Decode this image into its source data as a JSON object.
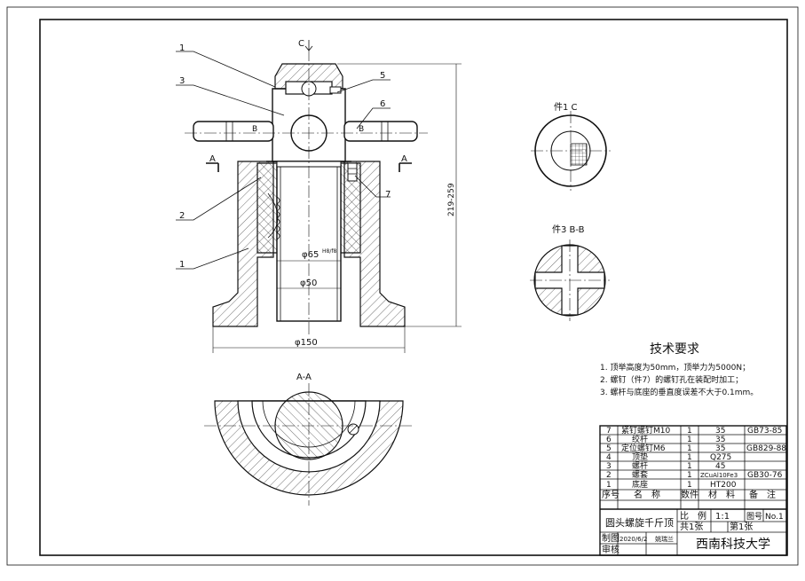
{
  "callouts": {
    "c_mark": "C",
    "num1_top": "1",
    "num3": "3",
    "num2": "2",
    "num1_bottom": "1",
    "num5": "5",
    "num6": "6",
    "num7": "7",
    "section_a_left": "A",
    "section_a_right": "A",
    "section_b_left": "B",
    "section_b_right": "B"
  },
  "dimensions": {
    "height": "219-259",
    "inner_dia": "φ65",
    "inner_tol": "H8/f8",
    "bore_dia": "φ50",
    "base_dia": "φ150"
  },
  "views": {
    "part1c": "件1 C",
    "part3bb": "件3 B-B",
    "section_aa": "A-A"
  },
  "tech_req": {
    "title": "技术要求",
    "items": [
      "1. 顶举高度为50mm，顶举力为5000N；",
      "2. 螺钉（件7）的螺钉孔在装配时加工；",
      "3. 螺杆与底座的垂直度误差不大于0.1mm。"
    ]
  },
  "bom": {
    "rows": [
      {
        "no": "7",
        "name": "紧钉螺钉M10",
        "qty": "1",
        "mat": "35",
        "note": "GB73-85"
      },
      {
        "no": "6",
        "name": "绞杆",
        "qty": "1",
        "mat": "35",
        "note": ""
      },
      {
        "no": "5",
        "name": "定位螺钉M6",
        "qty": "1",
        "mat": "35",
        "note": "GB829-88"
      },
      {
        "no": "4",
        "name": "顶垫",
        "qty": "1",
        "mat": "Q275",
        "note": ""
      },
      {
        "no": "3",
        "name": "螺杆",
        "qty": "1",
        "mat": "45",
        "note": ""
      },
      {
        "no": "2",
        "name": "螺套",
        "qty": "1",
        "mat": "ZCuAl10Fe3",
        "note": "GB30-76"
      },
      {
        "no": "1",
        "name": "底座",
        "qty": "1",
        "mat": "HT200",
        "note": ""
      }
    ],
    "header": {
      "no": "序号",
      "name": "名　称",
      "qty": "数件",
      "mat": "材　料",
      "note": "备　注"
    }
  },
  "title_block": {
    "drawing_name": "圆头螺旋千斤顶",
    "scale_label": "比　例",
    "scale_value": "1:1",
    "drawing_no_label": "图号",
    "drawing_no_value": "No.1",
    "sheets_total": "共1张",
    "sheet_no": "第1张",
    "drawn_label": "制图",
    "drawn_value": "2020/6/2",
    "drawn_name": "姚瑞兰",
    "checked_label": "审核",
    "school": "西南科技大学"
  }
}
